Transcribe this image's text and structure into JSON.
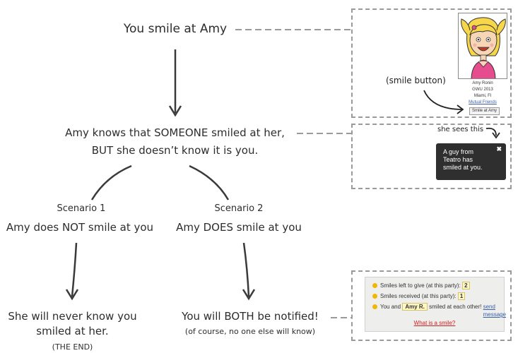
{
  "flow": {
    "step1": "You smile at Amy",
    "step2_line1": "Amy knows that SOMEONE smiled at her,",
    "step2_line2": "BUT she doesn’t know it is you.",
    "scenario1_label": "Scenario 1",
    "scenario1_text": "Amy does NOT smile at you",
    "scenario2_label": "Scenario 2",
    "scenario2_text": "Amy DOES smile at you",
    "outcome1_line1": "She will never know you",
    "outcome1_line2": "smiled at her.",
    "outcome1_end": "(THE END)",
    "outcome2_line1": "You will BOTH be notified!",
    "outcome2_line2": "(of course, no one else will know)"
  },
  "annotations": {
    "smile_button": "(smile button)",
    "she_sees_this": "she sees this"
  },
  "profile": {
    "name": "Amy Ronin",
    "school": "GWU 2013",
    "location": "Miami, Fl",
    "mutual_friends": "Mutual Friends",
    "smile_button": "Smile at Amy"
  },
  "notification": {
    "message": "A guy from Teatro has smiled at you.",
    "close": "✖"
  },
  "smiles_panel": {
    "left_label": "Smiles left to give (at this party):",
    "left_value": "2",
    "received_label": "Smiles received (at this party):",
    "received_value": "1",
    "mutual_prefix": "You and",
    "mutual_name": "Amy R.",
    "mutual_suffix": "smiled at each other!",
    "send_message": "send message",
    "what_is": "What is a smile?"
  },
  "colors": {
    "line": "#3a3a3a",
    "dash": "#9a9a9a",
    "popup_bg": "#2f2f2f",
    "panel_bg": "#eeeeec",
    "link": "#3a5fa8",
    "what_link": "#cc2222",
    "smiley": "#f2b600"
  }
}
